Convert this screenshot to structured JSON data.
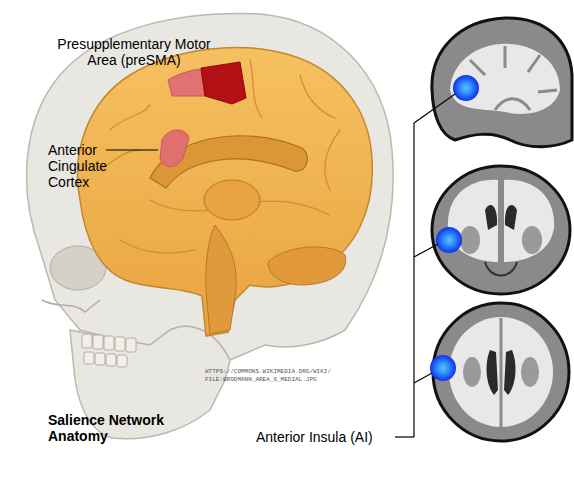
{
  "diagram": {
    "title": "Salience Network Anatomy",
    "labels": [
      "Presupplementary Motor Area (preSMA)",
      "Anterior Cingulate Cortex",
      "HTTPS://COMMONS.WIKIMEDIA.ORG/WIKI/ FILE:BRODMANN_AREA_6_MEDIAL.JPG",
      "Anterior Insula (AI)"
    ]
  }
}
